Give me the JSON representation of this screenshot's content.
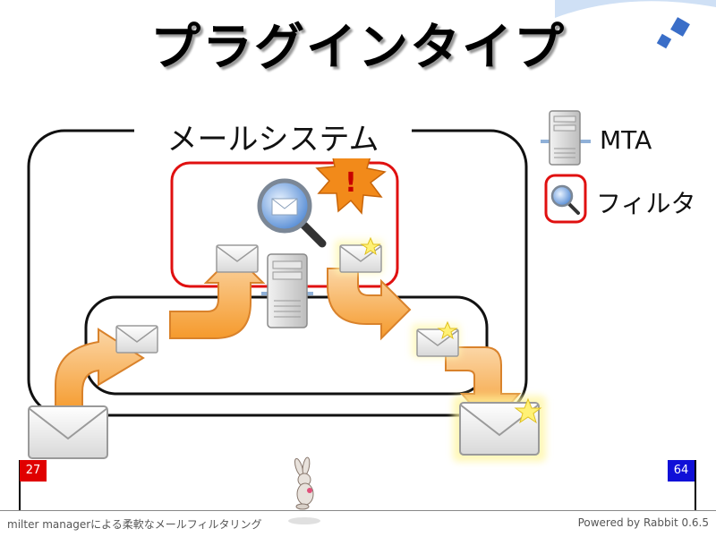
{
  "slide": {
    "title": "プラグインタイプ"
  },
  "diagram": {
    "system_label": "メールシステム",
    "legend": {
      "mta_label": "MTA",
      "filter_label": "フィルタ"
    },
    "colors": {
      "filter_border": "#e01010",
      "arrow_fill": "#f7a23a",
      "burst": "#f28a1a"
    }
  },
  "progress": {
    "current_page": "27",
    "total_pages": "64"
  },
  "footer": {
    "left_text": "milter managerによる柔軟なメールフィルタリング",
    "right_text": "Powered by Rabbit 0.6.5"
  }
}
